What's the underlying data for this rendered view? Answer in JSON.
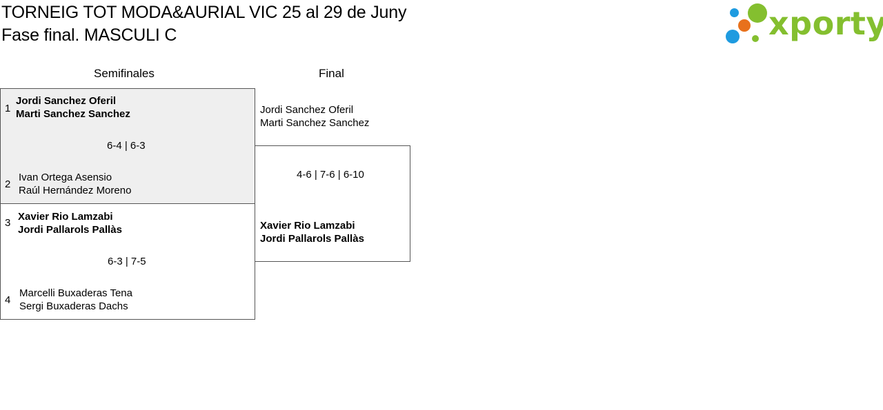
{
  "header": {
    "title_line1": "TORNEIG TOT MODA&AURIAL VIC 25 al 29 de Juny",
    "title_line2": "Fase final. MASCULI C"
  },
  "logo": {
    "text": "xporty",
    "colors": {
      "green": "#84bf2f",
      "blue": "#1e9be0",
      "orange": "#e8711c"
    }
  },
  "columns": {
    "semifinals": "Semifinales",
    "final": "Final"
  },
  "semifinals": [
    {
      "score": "6-4 | 6-3",
      "top": {
        "seed": "1",
        "player1": "Jordi Sanchez Oferil",
        "player2": "Marti Sanchez Sanchez",
        "winner": true
      },
      "bottom": {
        "seed": "2",
        "player1": "Ivan Ortega Asensio",
        "player2": "Raúl Hernández Moreno",
        "winner": false
      }
    },
    {
      "score": "6-3 | 7-5",
      "top": {
        "seed": "3",
        "player1": "Xavier Rio Lamzabi",
        "player2": "Jordi Pallarols Pallàs",
        "winner": true
      },
      "bottom": {
        "seed": "4",
        "player1": "Marcelli Buxaderas Tena",
        "player2": "Sergi Buxaderas Dachs",
        "winner": false
      }
    }
  ],
  "final": {
    "score": "4-6 | 7-6 | 6-10",
    "top": {
      "player1": "Jordi Sanchez Oferil",
      "player2": "Marti Sanchez Sanchez",
      "winner": false
    },
    "bottom": {
      "player1": "Xavier Rio Lamzabi",
      "player2": "Jordi Pallarols Pallàs",
      "winner": true
    }
  }
}
